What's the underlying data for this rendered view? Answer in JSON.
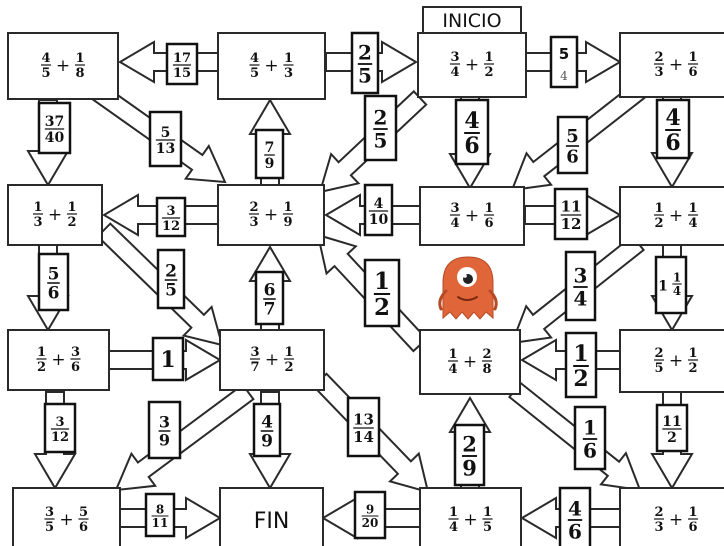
{
  "start_label": "INICIO",
  "end_label": "FIN",
  "boxes": [
    {
      "id": "r1c1",
      "a": [
        "4",
        "5"
      ],
      "b": [
        "1",
        "8"
      ]
    },
    {
      "id": "r1c2",
      "a": [
        "4",
        "5"
      ],
      "b": [
        "1",
        "3"
      ]
    },
    {
      "id": "r1c3",
      "a": [
        "3",
        "4"
      ],
      "b": [
        "1",
        "2"
      ]
    },
    {
      "id": "r1c4",
      "a": [
        "2",
        "3"
      ],
      "b": [
        "1",
        "6"
      ]
    },
    {
      "id": "r2c1",
      "a": [
        "1",
        "3"
      ],
      "b": [
        "1",
        "2"
      ]
    },
    {
      "id": "r2c2",
      "a": [
        "2",
        "3"
      ],
      "b": [
        "1",
        "9"
      ]
    },
    {
      "id": "r2c3",
      "a": [
        "3",
        "4"
      ],
      "b": [
        "1",
        "6"
      ]
    },
    {
      "id": "r2c4",
      "a": [
        "1",
        "2"
      ],
      "b": [
        "1",
        "4"
      ]
    },
    {
      "id": "r3c1",
      "a": [
        "1",
        "2"
      ],
      "b": [
        "3",
        "6"
      ]
    },
    {
      "id": "r3c2",
      "a": [
        "3",
        "7"
      ],
      "b": [
        "1",
        "2"
      ]
    },
    {
      "id": "r3c3",
      "a": [
        "1",
        "4"
      ],
      "b": [
        "2",
        "8"
      ]
    },
    {
      "id": "r3c4",
      "a": [
        "2",
        "5"
      ],
      "b": [
        "1",
        "2"
      ]
    },
    {
      "id": "r4c1",
      "a": [
        "3",
        "5"
      ],
      "b": [
        "5",
        "6"
      ]
    },
    {
      "id": "r4c3",
      "a": [
        "1",
        "4"
      ],
      "b": [
        "1",
        "5"
      ]
    },
    {
      "id": "r4c4",
      "a": [
        "2",
        "3"
      ],
      "b": [
        "1",
        "6"
      ]
    }
  ],
  "arrow_labels": [
    {
      "id": "a-r1c2-r1c1",
      "text": [
        "17",
        "15"
      ]
    },
    {
      "id": "a-r1c2-r1c3",
      "text": [
        "2",
        "5"
      ]
    },
    {
      "id": "a-r1c3-r1c4",
      "text": [
        "5",
        "4"
      ]
    },
    {
      "id": "a-r1c1-r2c1",
      "text": [
        "37",
        "40"
      ]
    },
    {
      "id": "a-r1c1-r2c2",
      "text": [
        "5",
        "13"
      ]
    },
    {
      "id": "a-r2c2-r1c2",
      "text": [
        "7",
        "9"
      ]
    },
    {
      "id": "a-r1c3-r2c2",
      "text": [
        "2",
        "5"
      ]
    },
    {
      "id": "a-r1c3-r2c3",
      "text": [
        "4",
        "6"
      ]
    },
    {
      "id": "a-r1c4-r2c3",
      "text": [
        "5",
        "6"
      ]
    },
    {
      "id": "a-r1c4-r2c4",
      "text": [
        "4",
        "6"
      ]
    },
    {
      "id": "a-r2c2-r2c1",
      "text": [
        "3",
        "12"
      ]
    },
    {
      "id": "a-r2c3-r2c2",
      "text": [
        "4",
        "10"
      ]
    },
    {
      "id": "a-r2c3-r2c4",
      "text": [
        "11",
        "12"
      ]
    },
    {
      "id": "a-r2c1-r3c1",
      "text": [
        "5",
        "6"
      ]
    },
    {
      "id": "a-r2c1-r3c2",
      "text": [
        "2",
        "5"
      ]
    },
    {
      "id": "a-r3c2-r2c2",
      "text": [
        "6",
        "7"
      ]
    },
    {
      "id": "a-r3c3-r2c2",
      "text": [
        "1",
        "2"
      ]
    },
    {
      "id": "a-r2c4-r3c3",
      "text": [
        "3",
        "4"
      ]
    },
    {
      "id": "a-r2c4-r3c4",
      "text": [
        "1",
        "1",
        "4"
      ]
    },
    {
      "id": "a-r3c1-r3c2",
      "text": [
        "1"
      ]
    },
    {
      "id": "a-r3c4-r3c3",
      "text": [
        "1",
        "2"
      ]
    },
    {
      "id": "a-r3c1-r4c1",
      "text": [
        "3",
        "12"
      ]
    },
    {
      "id": "a-r3c2-r4c1",
      "text": [
        "3",
        "9"
      ]
    },
    {
      "id": "a-r3c2-fin",
      "text": [
        "4",
        "9"
      ]
    },
    {
      "id": "a-r3c2-r4c3",
      "text": [
        "13",
        "14"
      ]
    },
    {
      "id": "a-r4c3-r3c3",
      "text": [
        "2",
        "9"
      ]
    },
    {
      "id": "a-r3c3-r4c4",
      "text": [
        "1",
        "6"
      ]
    },
    {
      "id": "a-r3c4-r4c4",
      "text": [
        "11",
        "2"
      ]
    },
    {
      "id": "a-r4c1-fin",
      "text": [
        "8",
        "11"
      ]
    },
    {
      "id": "a-r4c3-fin",
      "text": [
        "9",
        "20"
      ]
    },
    {
      "id": "a-r4c4-r4c3",
      "text": [
        "4",
        "6"
      ]
    }
  ],
  "character": {
    "name": "orange-monster-icon",
    "body_color": "#e0663a",
    "eye_color": "#ffffff",
    "pupil_color": "#222222"
  }
}
